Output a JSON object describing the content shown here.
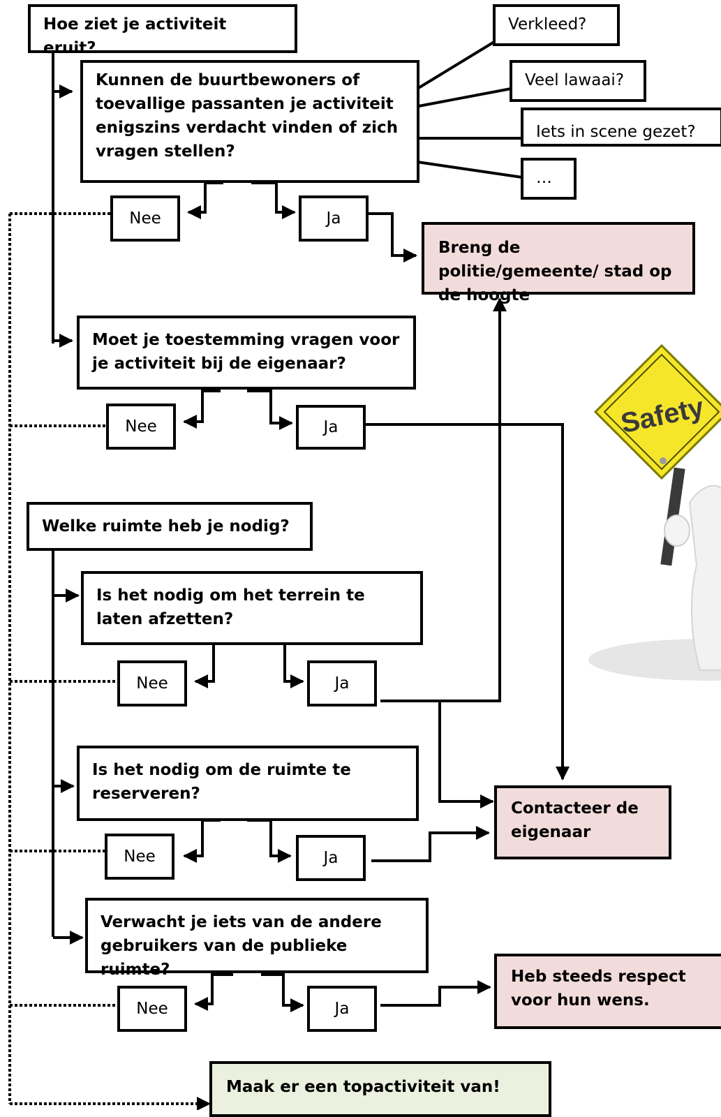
{
  "section1": {
    "header": "Hoe ziet je activiteit eruit?",
    "q1": {
      "text": "Kunnen de buurtbewoners of toevallige passanten je activiteit enigszins verdacht vinden of zich vragen stellen?",
      "examples": [
        "Verkleed?",
        "Veel lawaai?",
        "Iets in scene gezet?",
        "…"
      ],
      "no": "Nee",
      "yes": "Ja"
    },
    "q2": {
      "text": "Moet je toestemming vragen voor je activiteit bij de eigenaar?",
      "no": "Nee",
      "yes": "Ja"
    }
  },
  "section2": {
    "header": "Welke ruimte heb je nodig?",
    "q3": {
      "text": "Is het nodig om het terrein te laten afzetten?",
      "no": "Nee",
      "yes": "Ja"
    },
    "q4": {
      "text": "Is het nodig om de ruimte te reserveren?",
      "no": "Nee",
      "yes": "Ja"
    },
    "q5": {
      "text": "Verwacht je iets van de andere gebruikers van de publieke ruimte?",
      "no": "Nee",
      "yes": "Ja"
    }
  },
  "results": {
    "police": "Breng de politie/gemeente/ stad op de hoogte",
    "owner": "Contacteer de eigenaar",
    "respect": "Heb steeds respect voor hun wens."
  },
  "final": "Maak er een topactiviteit van!",
  "illustration": {
    "sign_text": "Safety",
    "sign_color": "#f5e62a"
  }
}
